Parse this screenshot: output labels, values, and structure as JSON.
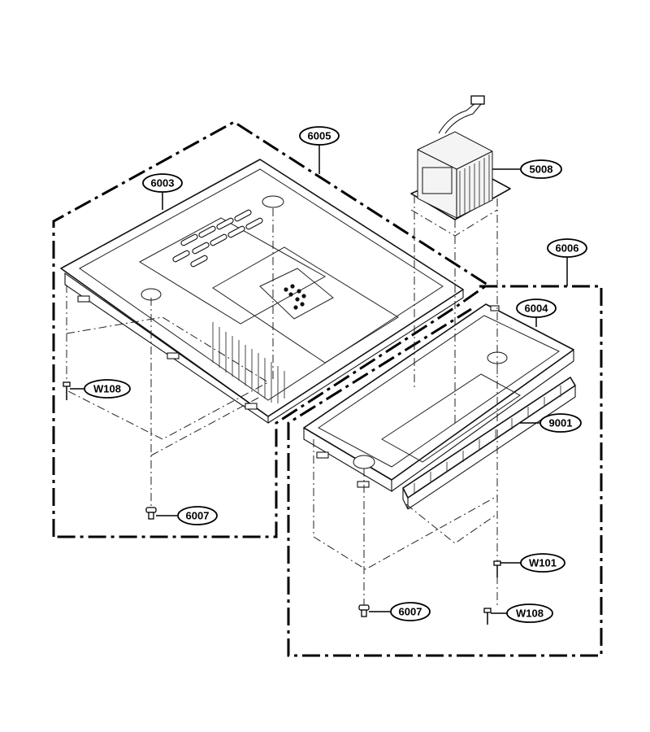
{
  "parts": [
    {
      "id": "p6003",
      "label": "6003"
    },
    {
      "id": "p6005",
      "label": "6005"
    },
    {
      "id": "p5008",
      "label": "5008"
    },
    {
      "id": "p6006",
      "label": "6006"
    },
    {
      "id": "p6004",
      "label": "6004"
    },
    {
      "id": "p9001",
      "label": "9001"
    },
    {
      "id": "pW108a",
      "label": "W108"
    },
    {
      "id": "p6007a",
      "label": "6007"
    },
    {
      "id": "pW101",
      "label": "W101"
    },
    {
      "id": "p6007b",
      "label": "6007"
    },
    {
      "id": "pW108b",
      "label": "W108"
    }
  ]
}
